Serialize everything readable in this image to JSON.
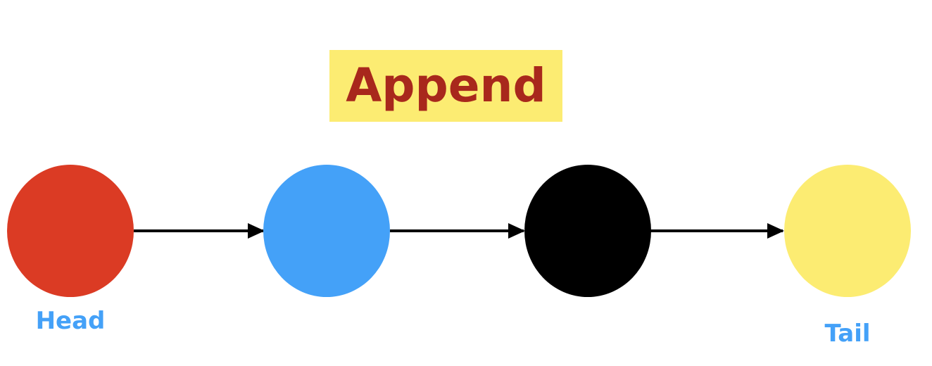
{
  "title": {
    "text": "Append",
    "text_color": "#a8281c",
    "background_color": "#fcec72"
  },
  "nodes": [
    {
      "color": "#db3b24",
      "label": "Head"
    },
    {
      "color": "#44a1f8",
      "label": ""
    },
    {
      "color": "#000000",
      "label": ""
    },
    {
      "color": "#fcec72",
      "label": "Tail"
    }
  ],
  "label_color": "#44a1f8",
  "arrow_color": "#000000"
}
